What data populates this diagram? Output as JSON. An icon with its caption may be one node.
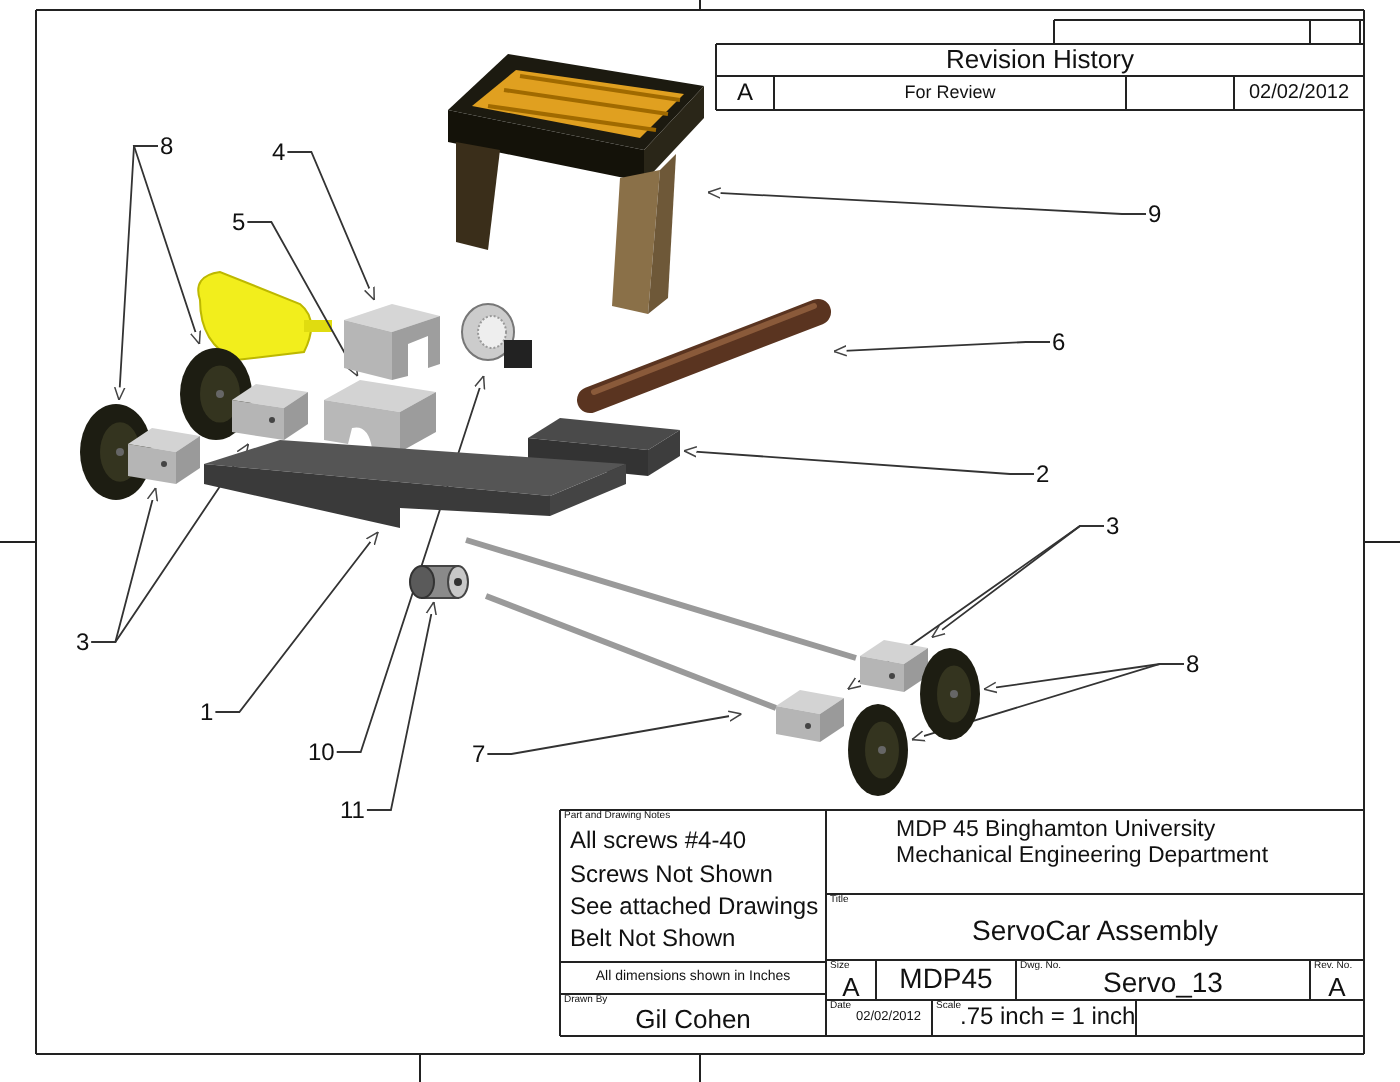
{
  "diagram": {
    "nodes": [
      {
        "text": [
          "8"
        ]
      },
      {
        "text": [],
        "shape": "picture"
      },
      {
        "text": [],
        "shape": "picture"
      },
      {
        "text": [
          "4"
        ]
      },
      {
        "text": [],
        "shape": "picture"
      },
      {
        "text": [
          "5"
        ]
      },
      {
        "text": [],
        "shape": "picture"
      },
      {
        "text": [
          "9"
        ]
      },
      {
        "text": [],
        "shape": "picture"
      },
      {
        "text": [
          "6"
        ]
      },
      {
        "text": [],
        "shape": "picture"
      },
      {
        "text": [
          "2"
        ]
      },
      {
        "text": [],
        "shape": "picture"
      },
      {
        "text": [
          "3"
        ]
      },
      {
        "text": [],
        "shape": "picture"
      },
      {
        "text": [],
        "shape": "picture"
      },
      {
        "text": [
          "1"
        ]
      },
      {
        "text": [],
        "shape": "picture"
      },
      {
        "text": [
          "10"
        ]
      },
      {
        "text": [],
        "shape": "picture"
      },
      {
        "text": [
          "7"
        ]
      },
      {
        "text": [],
        "shape": "picture"
      },
      {
        "text": [
          "11"
        ]
      },
      {
        "text": [],
        "shape": "cylinder"
      },
      {
        "text": [
          "3"
        ]
      },
      {
        "text": [],
        "shape": "picture"
      },
      {
        "text": [],
        "shape": "picture"
      },
      {
        "text": [
          "8"
        ]
      },
      {
        "text": [],
        "shape": "picture"
      },
      {
        "text": [],
        "shape": "picture"
      }
    ],
    "edges": [
      {
        "from": 0,
        "to": 1,
        "arrow": "to"
      },
      {
        "from": 0,
        "to": 2,
        "arrow": "to"
      },
      {
        "from": 3,
        "to": 4,
        "arrow": "to"
      },
      {
        "from": 5,
        "to": 6,
        "arrow": "to"
      },
      {
        "from": 7,
        "to": 8,
        "arrow": "to"
      },
      {
        "from": 9,
        "to": 10,
        "arrow": "to"
      },
      {
        "from": 11,
        "to": 12,
        "arrow": "to"
      },
      {
        "from": 13,
        "to": 14,
        "arrow": "to"
      },
      {
        "from": 13,
        "to": 15,
        "arrow": "to"
      },
      {
        "from": 16,
        "to": 17,
        "arrow": "to"
      },
      {
        "from": 18,
        "to": 19,
        "arrow": "to"
      },
      {
        "from": 20,
        "to": 21,
        "arrow": "to"
      },
      {
        "from": 22,
        "to": 23,
        "arrow": "to"
      },
      {
        "from": 24,
        "to": 25,
        "arrow": "to"
      },
      {
        "from": 24,
        "to": 26,
        "arrow": "to"
      },
      {
        "from": 27,
        "to": 28,
        "arrow": "to"
      },
      {
        "from": 27,
        "to": 29,
        "arrow": "to"
      }
    ],
    "labels": [
      "Revision History",
      "A",
      "For Review",
      "02/02/2012",
      "Part and Drawing Notes",
      "All screws #4-40",
      "Screws Not Shown",
      "See attached Drawings",
      "Belt Not Shown",
      "MDP 45 Binghamton University Mechanical Engineering Department",
      "Title",
      "ServoCar Assembly",
      "All dimensions shown in Inches",
      "Size",
      "A",
      "MDP45",
      "Dwg. No.",
      "Servo_13",
      "Rev. No.",
      "A",
      "Drawn By",
      "Gil Cohen",
      "Date",
      "02/02/2012",
      "Scale",
      ".75 inch = 1 inch"
    ]
  }
}
